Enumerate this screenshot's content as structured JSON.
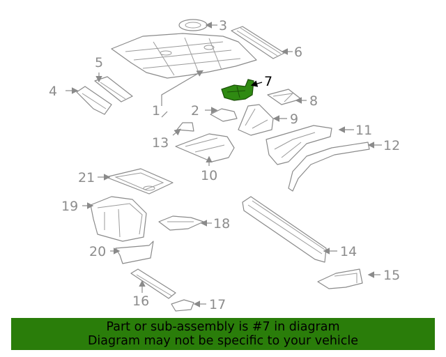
{
  "callouts": {
    "c1": "1",
    "c2": "2",
    "c3": "3",
    "c4": "4",
    "c5": "5",
    "c6": "6",
    "c7": "7",
    "c8": "8",
    "c9": "9",
    "c10": "10",
    "c11": "11",
    "c12": "12",
    "c13": "13",
    "c14": "14",
    "c15": "15",
    "c16": "16",
    "c17": "17",
    "c18": "18",
    "c19": "19",
    "c20": "20",
    "c21": "21"
  },
  "highlighted_part": "7",
  "colors": {
    "highlight": "#2f8a12",
    "banner": "#2a7d0a",
    "lines": "#8a8a8a"
  },
  "banner": {
    "line1": "Part or sub-assembly is #7 in diagram",
    "line2": "Diagram may not be specific to your vehicle"
  }
}
